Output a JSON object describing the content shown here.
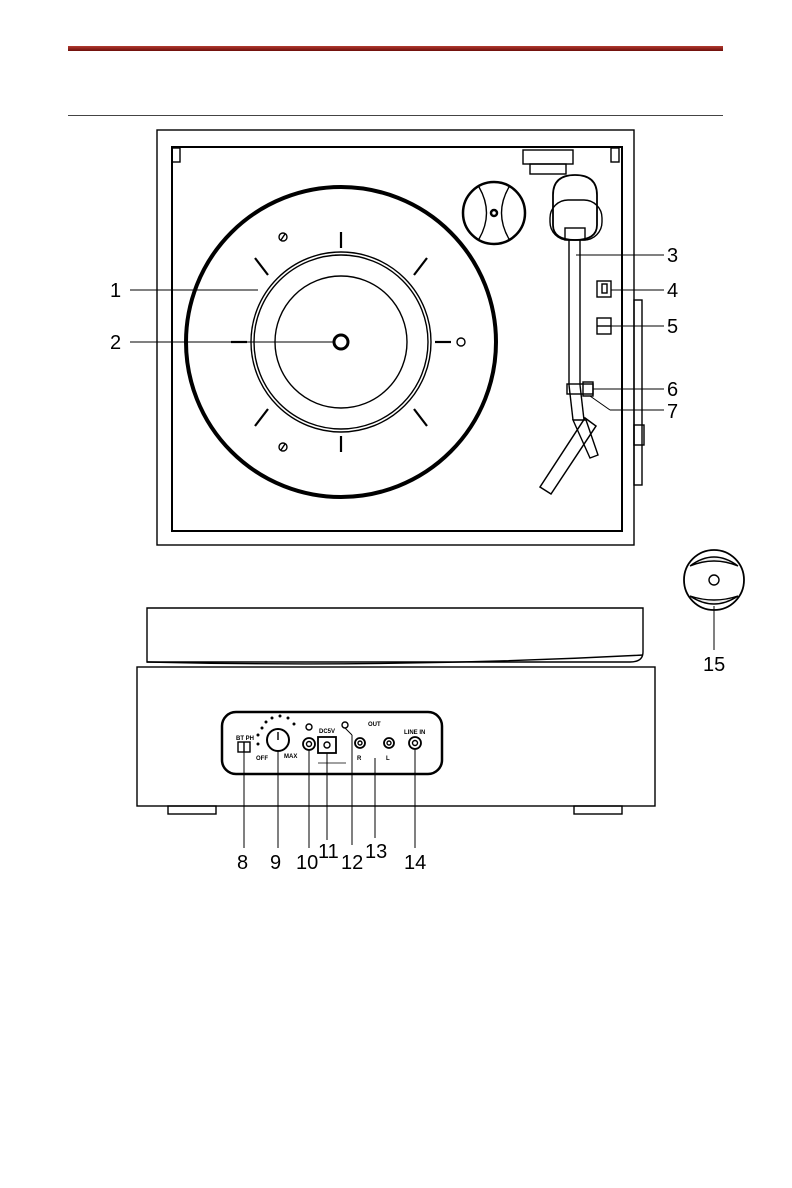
{
  "callouts": {
    "n1": "1",
    "n2": "2",
    "n3": "3",
    "n4": "4",
    "n5": "5",
    "n6": "6",
    "n7": "7",
    "n8": "8",
    "n9": "9",
    "n10": "10",
    "n11": "11",
    "n12": "12",
    "n13": "13",
    "n14": "14",
    "n15": "15"
  },
  "panel_labels": {
    "bt_ph": "BT  PH",
    "off": "OFF",
    "max": "MAX",
    "dc_in": "DC5V",
    "out": "OUT",
    "right": "R",
    "left": "L",
    "line_in": "LINE  IN"
  },
  "colors": {
    "header_rule": "#8b1a12",
    "line": "#000000"
  }
}
